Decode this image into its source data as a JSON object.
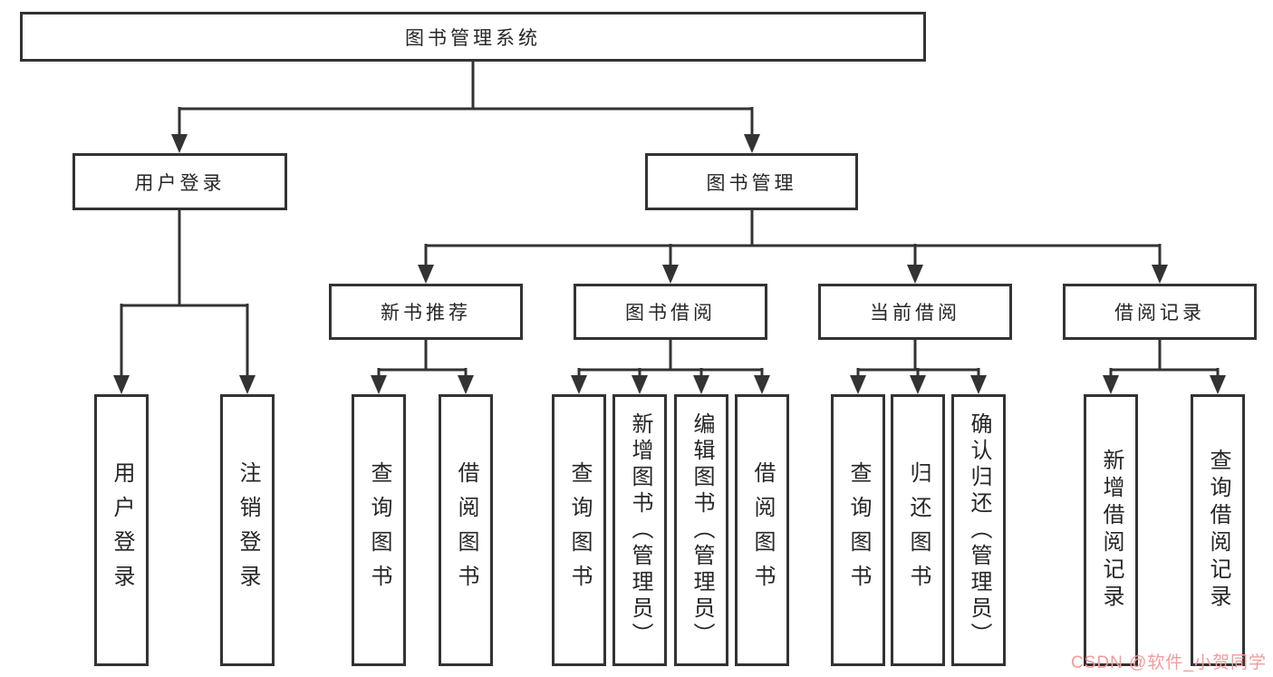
{
  "diagram": {
    "title": "图书管理系统",
    "branches": [
      {
        "label": "用户登录",
        "children": [
          "用户登录",
          "注销登录"
        ]
      },
      {
        "label": "图书管理",
        "sections": [
          {
            "label": "新书推荐",
            "children": [
              "查询图书",
              "借阅图书"
            ]
          },
          {
            "label": "图书借阅",
            "children": [
              "查询图书",
              "新增图书（管理员）",
              "编辑图书（管理员）",
              "借阅图书"
            ]
          },
          {
            "label": "当前借阅",
            "children": [
              "查询图书",
              "归还图书",
              "确认归还（管理员）"
            ]
          },
          {
            "label": "借阅记录",
            "children": [
              "新增借阅记录",
              "查询借阅记录"
            ]
          }
        ]
      }
    ]
  },
  "watermark": {
    "text": "CSDN @软件_小贺同学",
    "color": "#f59b9b"
  },
  "colors": {
    "line": "#333333",
    "text": "#262626",
    "background": "#ffffff"
  }
}
